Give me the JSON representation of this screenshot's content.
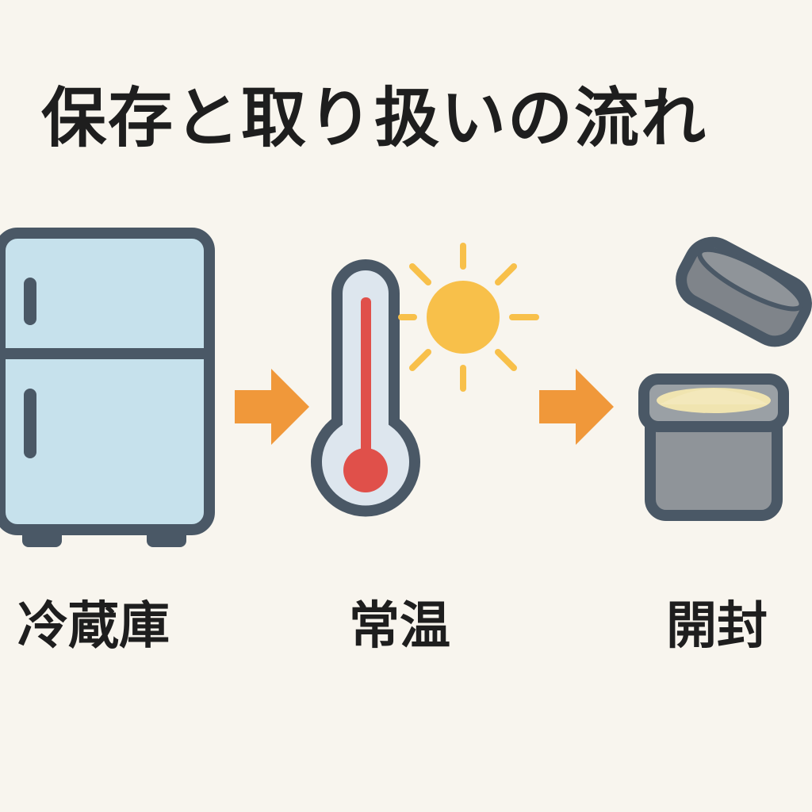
{
  "title": "保存と取り扱いの流れ",
  "steps": [
    {
      "label": "冷蔵庫",
      "icon": "refrigerator-icon"
    },
    {
      "label": "常温",
      "icon": "thermometer-sun-icon"
    },
    {
      "label": "開封",
      "icon": "open-jar-icon"
    }
  ],
  "colors": {
    "background": "#f8f5ee",
    "outline": "#4a5866",
    "fridge": "#c6e1ec",
    "arrow": "#f0983a",
    "sun": "#f8c04a",
    "mercury": "#e0504a",
    "jar": "#8f9499",
    "powder": "#f0e4b0"
  }
}
